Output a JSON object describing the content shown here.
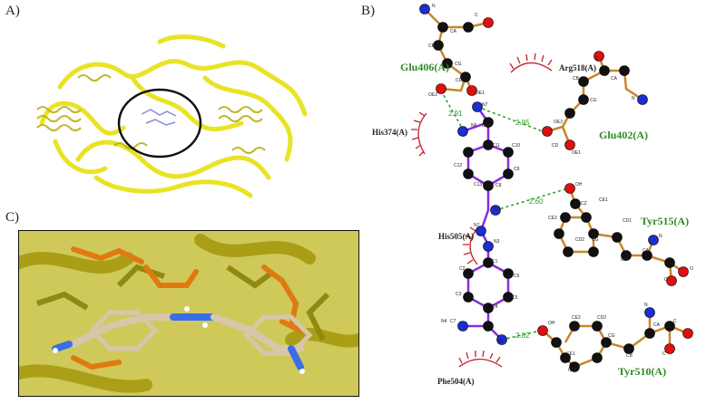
{
  "panels": {
    "a": "A)",
    "b": "B)",
    "c": "C)"
  },
  "residues": {
    "glu406": "Glu406(A)",
    "arg518": "Arg518(A)",
    "his374": "His374(A)",
    "glu402": "Glu402(A)",
    "his505": "His505(A)",
    "tyr515": "Tyr515(A)",
    "tyr510": "Tyr510(A)",
    "phe504": "Phe504(A)"
  },
  "hbonds": {
    "h1": "2.91",
    "h2": "2.85",
    "h3": "2.60",
    "h4": "2.82"
  },
  "atoms": {
    "n": "N",
    "c": "C",
    "ca": "CA",
    "cb": "CB",
    "cg": "CG",
    "cd": "CD",
    "oe1": "OE1",
    "oe2": "OE2",
    "oh": "OH",
    "cz": "CZ",
    "ce1": "CE1",
    "ce2": "CE2",
    "cd1": "CD1",
    "cd2": "CD2",
    "o": "O",
    "n1": "N1",
    "n2": "N2",
    "n3": "N3",
    "n4": "N4",
    "n5": "N5",
    "n6": "N6",
    "n7": "N7",
    "c1": "C1",
    "c2": "C2",
    "c3": "C3",
    "c4": "C4",
    "c5": "C5",
    "c6": "C6",
    "c7": "C7",
    "c8": "C8",
    "c9": "C9",
    "c10": "C10",
    "c11": "C11",
    "c12": "C12",
    "c13": "C13",
    "c14": "C14"
  },
  "colors": {
    "residue_label": "#2e8b22",
    "bond_ligand": "#8a2be2",
    "bond_residue": "#c8862a",
    "hydrophobic": "#c0202a",
    "hbond": "#2a9a2a",
    "protein": "#e8e21a",
    "carbon": "#111111",
    "nitrogen": "#1a2fd0",
    "oxygen": "#e01010"
  }
}
